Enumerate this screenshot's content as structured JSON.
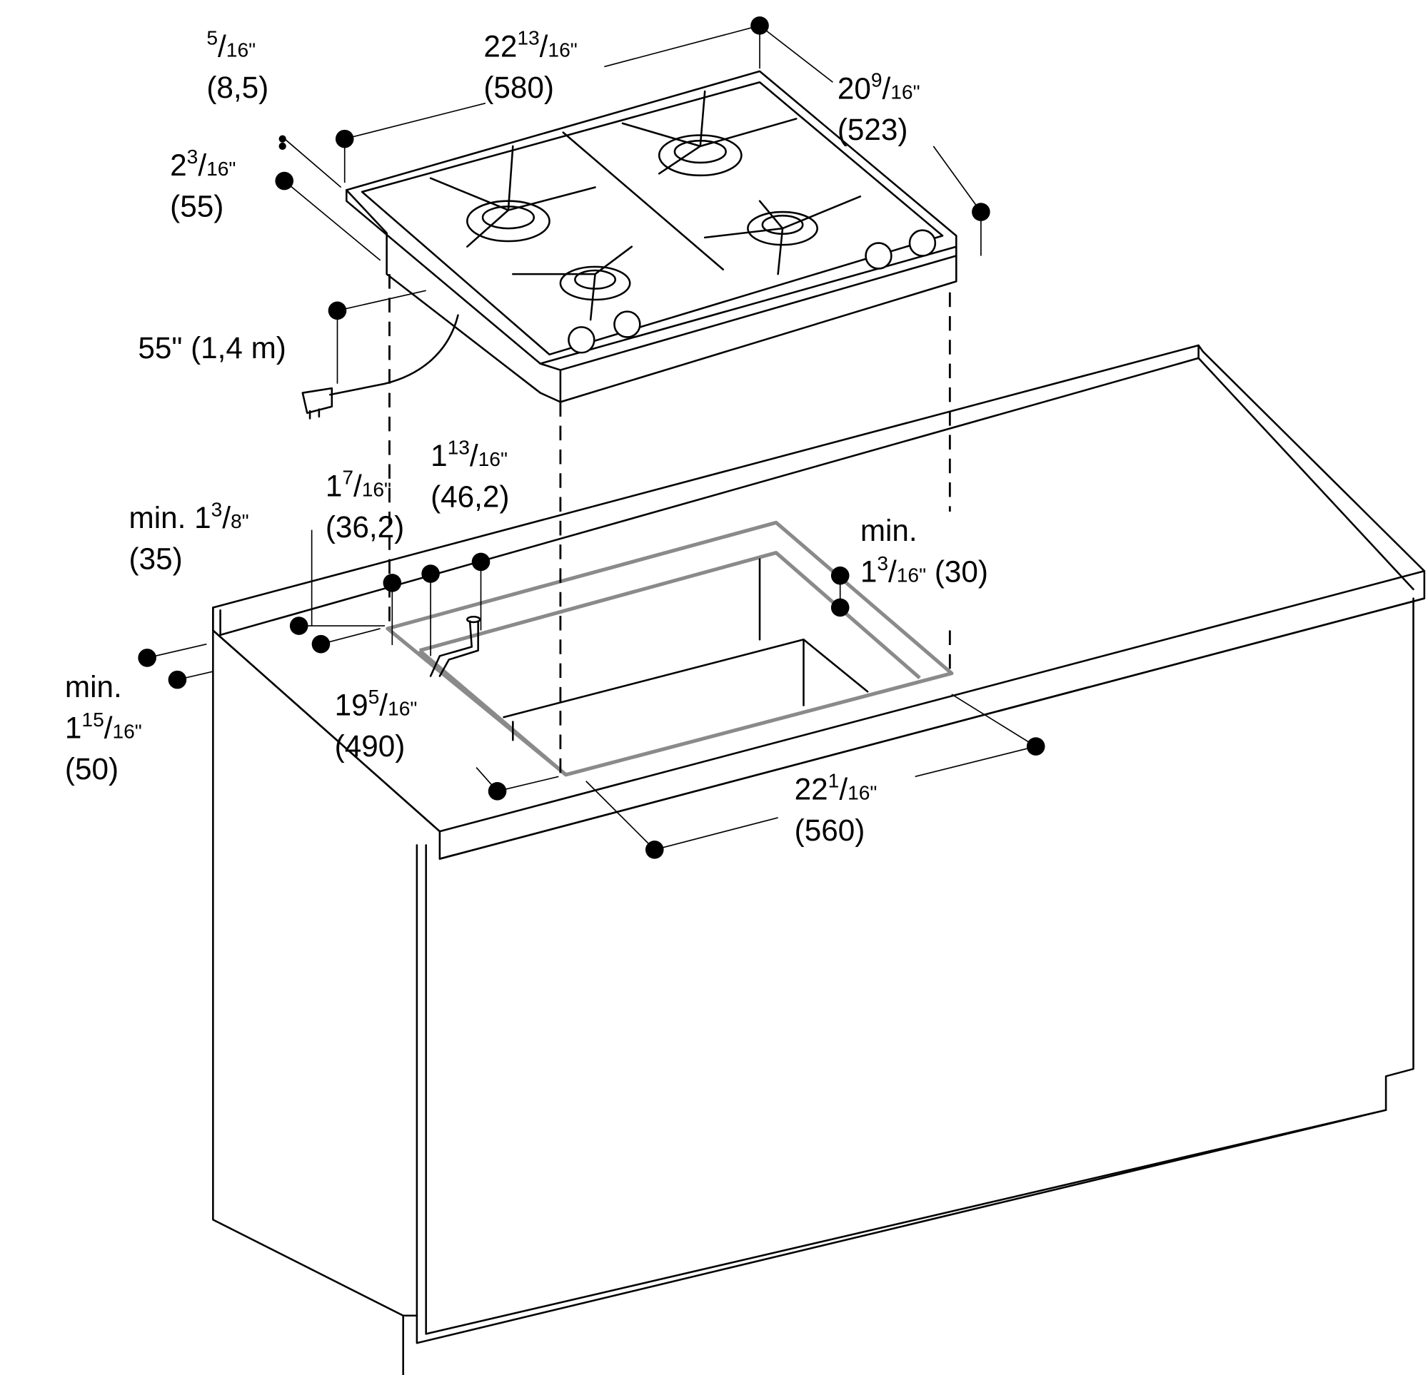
{
  "diagram": {
    "title": "Gas cooktop installation dimensions",
    "labels": [
      {
        "id": "width-cooktop",
        "lines": [
          {
            "main": "22",
            "sup": "13",
            "den": "16\""
          },
          {
            "main": "(580)"
          }
        ]
      },
      {
        "id": "depth-cooktop",
        "lines": [
          {
            "main": "20",
            "sup": "9",
            "den": "16\""
          },
          {
            "main": "(523)"
          }
        ]
      },
      {
        "id": "plate-thickness",
        "lines": [
          {
            "main": "",
            "sup": "5",
            "den": "16\""
          },
          {
            "main": "(8,5)"
          }
        ]
      },
      {
        "id": "height-cooktop",
        "lines": [
          {
            "main": "2",
            "sup": "3",
            "den": "16\""
          },
          {
            "main": "(55)"
          }
        ]
      },
      {
        "id": "cord-length",
        "lines": [
          {
            "main": "55\" (1,4 m)"
          }
        ]
      },
      {
        "id": "cutout-offset-46",
        "lines": [
          {
            "main": "1",
            "sup": "13",
            "den": "16\""
          },
          {
            "main": "(46,2)"
          }
        ]
      },
      {
        "id": "cutout-offset-36",
        "lines": [
          {
            "main": "1",
            "sup": "7",
            "den": "16\""
          },
          {
            "main": "(36,2)"
          }
        ]
      },
      {
        "id": "min-front-35",
        "lines": [
          {
            "main": "min. 1",
            "sup": "3",
            "den": "8\""
          },
          {
            "main": "(35)"
          }
        ]
      },
      {
        "id": "min-side-30",
        "lines": [
          {
            "main": "min."
          },
          {
            "main": "1",
            "sup": "3",
            "den": "16\"",
            "tail": " (30)"
          }
        ]
      },
      {
        "id": "min-counter-50",
        "lines": [
          {
            "main": "min."
          },
          {
            "main": "1",
            "sup": "15",
            "den": "16\""
          },
          {
            "main": "(50)"
          }
        ]
      },
      {
        "id": "cutout-depth",
        "lines": [
          {
            "main": "19",
            "sup": "5",
            "den": "16\""
          },
          {
            "main": "(490)"
          }
        ]
      },
      {
        "id": "cutout-width",
        "lines": [
          {
            "main": "22",
            "sup": "1",
            "den": "16\""
          },
          {
            "main": "(560)"
          }
        ]
      }
    ]
  }
}
